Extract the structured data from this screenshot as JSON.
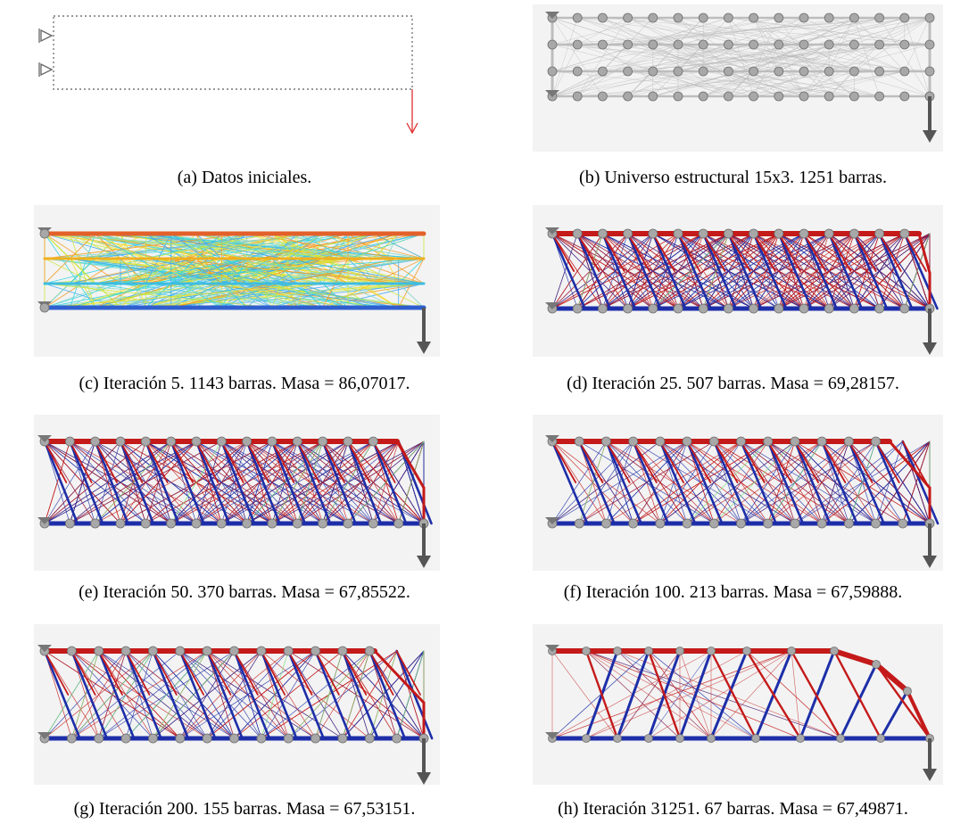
{
  "captions": {
    "a": "(a) Datos iniciales.",
    "b": "(b) Universo estructural 15x3. 1251 barras.",
    "c": "(c) Iteración 5. 1143 barras. Masa = 86,07017.",
    "d": "(d) Iteración 25. 507 barras. Masa = 69,28157.",
    "e": "(e) Iteración 50. 370 barras. Masa = 67,85522.",
    "f": "(f) Iteración 100. 213 barras. Masa = 67,59888.",
    "g": "(g) Iteración 200. 155 barras. Masa = 67,53151.",
    "h": "(h) Iteración 31251. 67 barras. Masa = 67,49871."
  },
  "colors": {
    "tension": "#c41a1a",
    "compression": "#1d2ea8",
    "neutral_green": "#7be07b",
    "universe_gray": "#b9b9b9",
    "load_arrow_initial": "#e03030",
    "load_arrow": "#555555"
  },
  "icons": [
    "support-triangle-icon",
    "load-arrow-icon",
    "node-sphere-icon"
  ]
}
